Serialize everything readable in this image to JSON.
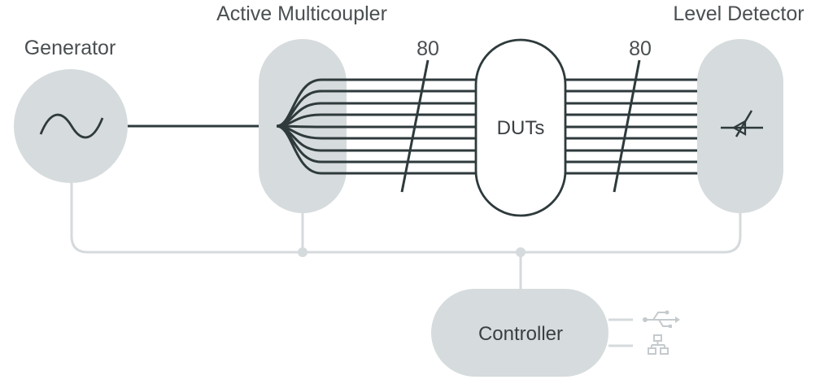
{
  "labels": {
    "generator": "Generator",
    "multicoupler": "Active Multicoupler",
    "level_detector": "Level Detector",
    "duts": "DUTs",
    "controller": "Controller",
    "count_in": "80",
    "count_out": "80"
  },
  "icons": {
    "generator_symbol": "sine-wave-icon",
    "detector_symbol": "detector-icon",
    "usb": "usb-icon",
    "network": "network-icon"
  },
  "colors": {
    "block_fill": "#d6dbdd",
    "signal_line": "#2e3a3c",
    "control_line": "#d5dadc",
    "text": "#4a4f52"
  }
}
